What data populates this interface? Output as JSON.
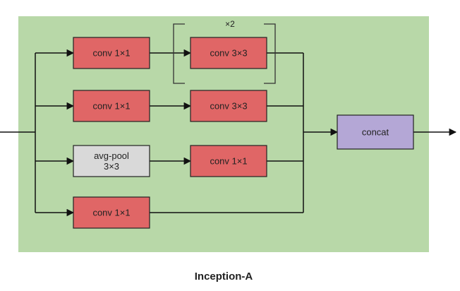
{
  "diagram": {
    "caption": "Inception-A",
    "repeat_label": "×2",
    "colors": {
      "background_panel": "#b8d8a8",
      "conv": "#e06666",
      "pool": "#d9d9d9",
      "concat": "#b4a7d6",
      "line": "#111111"
    },
    "branches": [
      {
        "nodes": [
          {
            "label": "conv 1×1",
            "kind": "conv"
          },
          {
            "label": "conv 3×3",
            "kind": "conv"
          }
        ]
      },
      {
        "nodes": [
          {
            "label": "conv 1×1",
            "kind": "conv"
          },
          {
            "label": "conv 3×3",
            "kind": "conv"
          }
        ]
      },
      {
        "nodes": [
          {
            "label": "avg-pool\n3×3",
            "kind": "pool"
          },
          {
            "label": "conv 1×1",
            "kind": "conv"
          }
        ]
      },
      {
        "nodes": [
          {
            "label": "conv 1×1",
            "kind": "conv"
          }
        ]
      }
    ],
    "output": {
      "label": "concat",
      "kind": "concat"
    }
  }
}
